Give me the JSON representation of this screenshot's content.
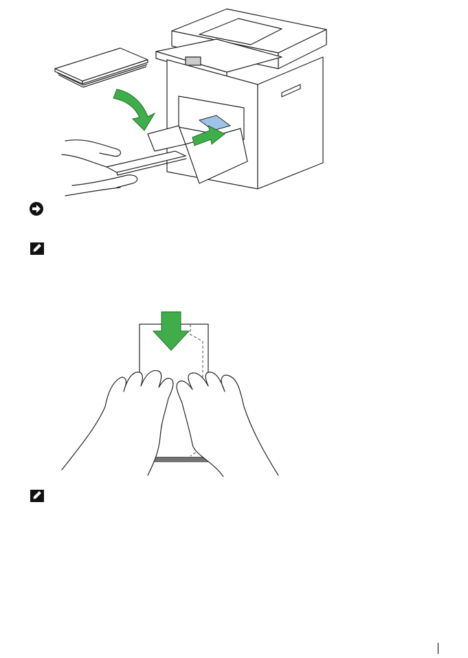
{
  "page": {
    "background": "#ffffff"
  },
  "figures": [
    {
      "id": "printer-envelope-loading",
      "icon": "printer-with-envelopes-illustration"
    },
    {
      "id": "envelope-stack-hands",
      "icon": "hands-flattening-envelope-stack-illustration"
    }
  ],
  "icons": {
    "notice": "notice-arrow-icon",
    "note": "note-pencil-icon"
  },
  "colors": {
    "accent_green": "#3fae4a",
    "guide_blue": "#9dc3e8",
    "line": "#222222"
  }
}
